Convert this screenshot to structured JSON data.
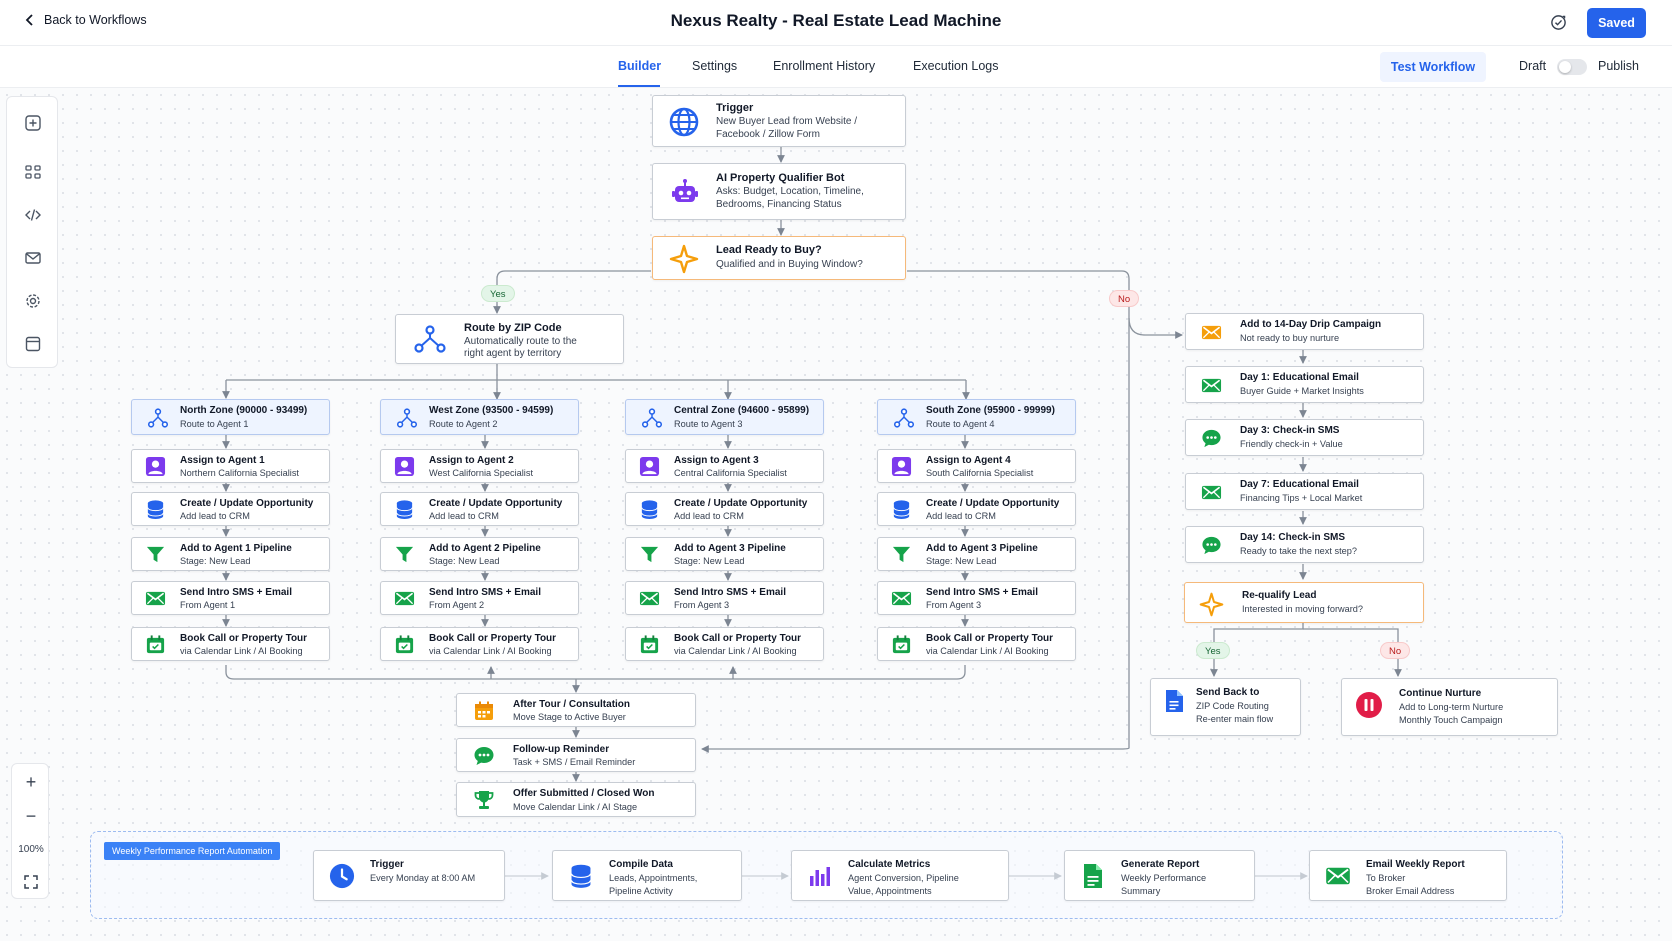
{
  "header": {
    "back_label": "Back to Workflows",
    "title": "Nexus Realty - Real Estate Lead Machine",
    "saved_label": "Saved"
  },
  "tabs": {
    "items": [
      "Builder",
      "Settings",
      "Enrollment History",
      "Execution Logs"
    ],
    "active": "Builder",
    "test_label": "Test Workflow",
    "draft_label": "Draft",
    "publish_label": "Publish"
  },
  "canvas_tools": {
    "icons": [
      "add-node-icon",
      "templates-icon",
      "code-icon",
      "mail-icon",
      "settings-icon",
      "panel-icon"
    ]
  },
  "zoom": {
    "in": "+",
    "out": "−",
    "level": "100%"
  },
  "colors": {
    "accent": "#2563eb",
    "condition_border": "#f5b97a",
    "zone_fill": "#eef4ff",
    "yes": "#e3f5e8",
    "no": "#fde7e7"
  },
  "flow": {
    "trigger": {
      "title": "Trigger",
      "l1": "New Buyer Lead from Website /",
      "l2": "Facebook / Zillow Form"
    },
    "bot": {
      "title": "AI Property Qualifier Bot",
      "l1": "Asks: Budget, Location, Timeline,",
      "l2": "Bedrooms, Financing Status"
    },
    "decision": {
      "title": "Lead Ready to Buy?",
      "l1": "Qualified and in Buying Window?"
    },
    "yes": "Yes",
    "no": "No",
    "route": {
      "title": "Route by ZIP Code",
      "l1": "Automatically route to the",
      "l2": "right agent by territory"
    },
    "zones": [
      {
        "zone_title": "North Zone (90000 - 93499)",
        "zone_sub": "Route to Agent 1",
        "steps": [
          {
            "t": "Assign to Agent 1",
            "s": "Northern California Specialist"
          },
          {
            "t": "Create / Update Opportunity",
            "s": "Add lead to CRM"
          },
          {
            "t": "Add to Agent 1 Pipeline",
            "s": "Stage: New Lead"
          },
          {
            "t": "Send Intro SMS + Email",
            "s": "From Agent 1"
          },
          {
            "t": "Book Call or Property Tour",
            "s": "via Calendar Link / AI Booking"
          }
        ]
      },
      {
        "zone_title": "West Zone (93500 - 94599)",
        "zone_sub": "Route to Agent 2",
        "steps": [
          {
            "t": "Assign to Agent 2",
            "s": "West California Specialist"
          },
          {
            "t": "Create / Update Opportunity",
            "s": "Add lead to CRM"
          },
          {
            "t": "Add to Agent 2 Pipeline",
            "s": "Stage: New Lead"
          },
          {
            "t": "Send Intro SMS + Email",
            "s": "From Agent 2"
          },
          {
            "t": "Book Call or Property Tour",
            "s": "via Calendar Link / AI Booking"
          }
        ]
      },
      {
        "zone_title": "Central Zone (94600 - 95899)",
        "zone_sub": "Route to Agent 3",
        "steps": [
          {
            "t": "Assign to Agent 3",
            "s": "Central California Specialist"
          },
          {
            "t": "Create / Update Opportunity",
            "s": "Add lead to CRM"
          },
          {
            "t": "Add to Agent 3 Pipeline",
            "s": "Stage: New Lead"
          },
          {
            "t": "Send Intro SMS + Email",
            "s": "From Agent 3"
          },
          {
            "t": "Book Call or Property Tour",
            "s": "via Calendar Link / AI Booking"
          }
        ]
      },
      {
        "zone_title": "South Zone (95900 - 99999)",
        "zone_sub": "Route to Agent 4",
        "steps": [
          {
            "t": "Assign to Agent 4",
            "s": "South California Specialist"
          },
          {
            "t": "Create / Update Opportunity",
            "s": "Add lead to CRM"
          },
          {
            "t": "Add to Agent 3 Pipeline",
            "s": "Stage: New Lead"
          },
          {
            "t": "Send Intro SMS + Email",
            "s": "From Agent 3"
          },
          {
            "t": "Book Call or Property Tour",
            "s": "via Calendar Link / AI Booking"
          }
        ]
      }
    ],
    "after_tour": {
      "title": "After Tour / Consultation",
      "l1": "Move Stage to Active Buyer"
    },
    "followup": {
      "title": "Follow-up Reminder",
      "l1": "Task + SMS / Email Reminder"
    },
    "offer": {
      "title": "Offer Submitted / Closed Won",
      "l1": "Move Calendar Link / AI Stage"
    },
    "nurture": [
      {
        "t": "Add to 14-Day Drip Campaign",
        "s": "Not ready to buy nurture"
      },
      {
        "t": "Day 1: Educational Email",
        "s": "Buyer Guide + Market Insights"
      },
      {
        "t": "Day 3: Check-in SMS",
        "s": "Friendly check-in + Value"
      },
      {
        "t": "Day 7: Educational Email",
        "s": "Financing Tips + Local Market"
      },
      {
        "t": "Day 14: Check-in SMS",
        "s": "Ready to take the next step?"
      }
    ],
    "requalify": {
      "title": "Re-qualify Lead",
      "l1": "Interested in moving forward?"
    },
    "send_back": {
      "title": "Send Back to",
      "l1": "ZIP Code Routing",
      "l2": "Re-enter main flow"
    },
    "continue": {
      "title": "Continue Nurture",
      "l1": "Add to Long-term Nurture",
      "l2": "Monthly Touch Campaign"
    }
  },
  "report": {
    "badge": "Weekly Performance Report Automation",
    "steps": [
      {
        "t": "Trigger",
        "l1": "Every Monday at 8:00 AM",
        "l2": ""
      },
      {
        "t": "Compile Data",
        "l1": "Leads, Appointments,",
        "l2": "Pipeline Activity"
      },
      {
        "t": "Calculate Metrics",
        "l1": "Agent Conversion, Pipeline",
        "l2": "Value, Appointments"
      },
      {
        "t": "Generate Report",
        "l1": "Weekly Performance",
        "l2": "Summary"
      },
      {
        "t": "Email Weekly Report",
        "l1": "To Broker",
        "l2": "Broker Email Address"
      }
    ]
  }
}
